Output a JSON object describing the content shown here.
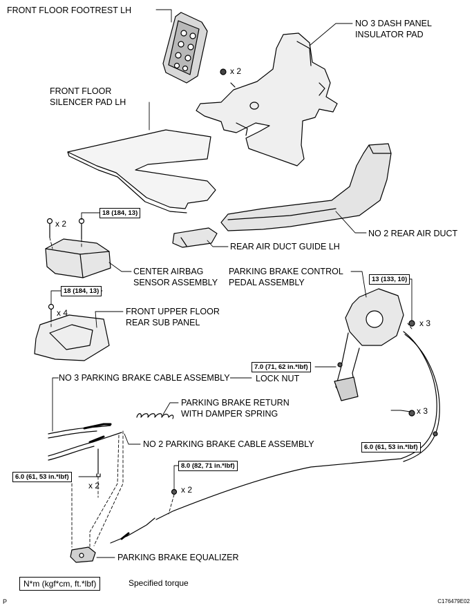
{
  "labels": {
    "footrest": "FRONT FLOOR FOOTREST LH",
    "dash_pad_1": "NO  3 DASH PANEL",
    "dash_pad_2": "INSULATOR PAD",
    "silencer_1": "FRONT FLOOR",
    "silencer_2": "SILENCER PAD LH",
    "rear_duct": "NO  2 REAR AIR DUCT",
    "duct_guide": "REAR AIR DUCT GUIDE LH",
    "airbag_1": "CENTER AIRBAG",
    "airbag_2": "SENSOR ASSEMBLY",
    "pbrake_pedal_1": "PARKING BRAKE CONTROL",
    "pbrake_pedal_2": "PEDAL ASSEMBLY",
    "sub_panel_1": "FRONT UPPER FLOOR",
    "sub_panel_2": "REAR SUB PANEL",
    "lock_nut": "LOCK NUT",
    "cable3": "NO  3 PARKING BRAKE CABLE ASSEMBLY",
    "spring_1": "PARKING BRAKE RETURN",
    "spring_2": "WITH DAMPER SPRING",
    "cable2": "NO  2 PARKING BRAKE CABLE ASSEMBLY",
    "equalizer": "PARKING BRAKE EQUALIZER"
  },
  "quantities": {
    "footrest_clips": "x 2",
    "airbag_bolts": "x 2",
    "subpanel_bolts": "x 4",
    "pedal_nuts": "x 3",
    "cable_nuts_right": "x 3",
    "cable_bolts_mid": "x 2",
    "cable_bolts_left": "x 2"
  },
  "torques": {
    "airbag": "18 (184, 13)",
    "subpanel": "18 (184, 13)",
    "pedal": "13 (133, 10)",
    "lock_nut": "7.0 (71, 62 in.*lbf)",
    "cable_right": "6.0 (61, 53 in.*lbf)",
    "cable_mid": "8.0 (82, 71 in.*lbf)",
    "cable_left": "6.0 (61, 53 in.*lbf)"
  },
  "legend": {
    "unit": "N*m (kgf*cm, ft.*lbf)",
    "text": "Specified torque"
  },
  "corner_mark": "P",
  "figure_code": "C176479E02"
}
